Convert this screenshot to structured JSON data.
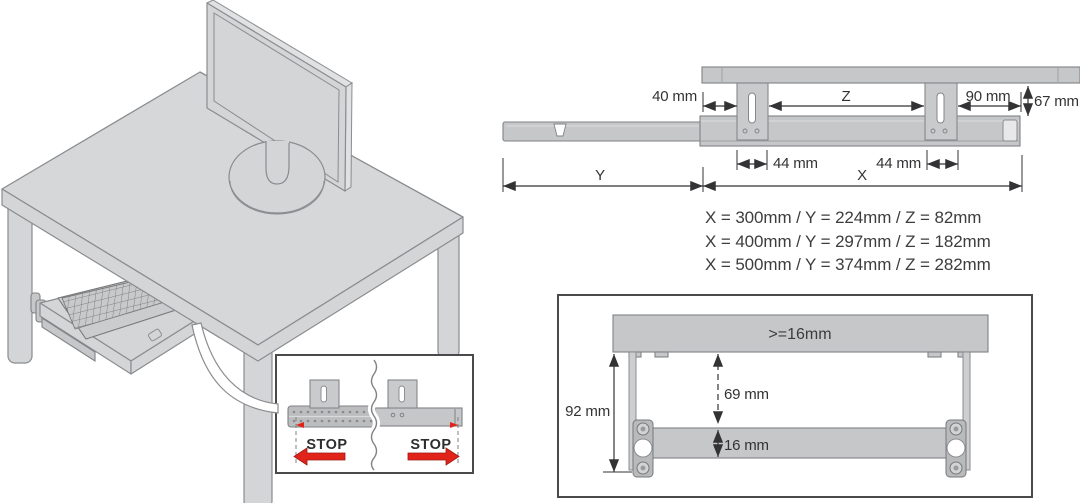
{
  "colors": {
    "fill_gray": "#d4d5d6",
    "rail_gray": "#c6c7c9",
    "line_gray": "#8a8c8f",
    "dim_dark": "#333335",
    "stop_red": "#e2231a"
  },
  "illustration": {
    "stop_inset": {
      "stop_left": "STOP",
      "stop_right": "STOP"
    }
  },
  "rail_diagram": {
    "dim_40": "40 mm",
    "dim_z": "Z",
    "dim_90": "90 mm",
    "dim_67": "67 mm",
    "dim_44_left": "44 mm",
    "dim_44_right": "44 mm",
    "dim_y": "Y",
    "dim_x": "X"
  },
  "size_table": {
    "rows": [
      "X = 300mm / Y = 224mm / Z = 82mm",
      "X = 400mm / Y = 297mm / Z = 182mm",
      "X = 500mm / Y = 374mm / Z = 282mm"
    ]
  },
  "mounting_diagram": {
    "min_panel": ">=16mm",
    "dim_92": "92 mm",
    "dim_69": "69 mm",
    "dim_16": "16 mm"
  }
}
